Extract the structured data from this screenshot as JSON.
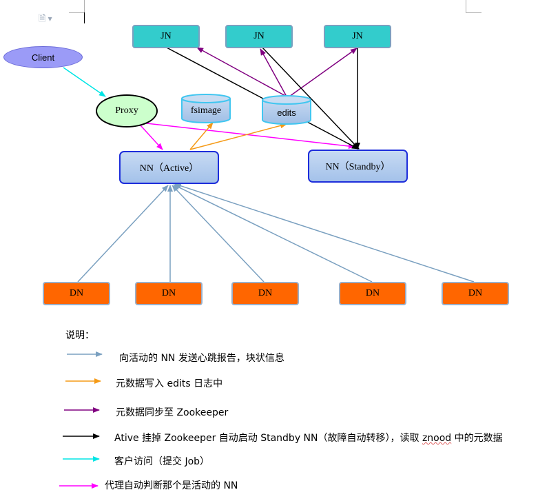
{
  "nodes": {
    "client": "Client",
    "proxy": "Proxy",
    "fsimage": "fsimage",
    "edits": "edits",
    "nn_active": "NN（Active）",
    "nn_standby": "NN（Standby）",
    "jn": [
      "JN",
      "JN",
      "JN"
    ],
    "dn": [
      "DN",
      "DN",
      "DN",
      "DN",
      "DN"
    ]
  },
  "legend": {
    "title": "说明：",
    "items": [
      {
        "color": "#7aa0c0",
        "text": "向活动的 NN 发送心跳报告，块状信息"
      },
      {
        "color": "#f59a16",
        "text": "元数据写入 edits 日志中"
      },
      {
        "color": "#800080",
        "text": "元数据同步至 Zookeeper"
      },
      {
        "color": "#000000",
        "text_a": "Ative 挂掉 Zookeeper 自动启动 Standby NN（故障自动转移），读取 ",
        "text_b": "znood",
        "text_c": " 中的元数据"
      },
      {
        "color": "#00ffff",
        "text": "客户访问（提交 Job）"
      },
      {
        "color": "#ff00ff",
        "text": "代理自动判断那个是活动的 NN"
      }
    ]
  },
  "colors": {
    "heartbeat": "#7aa0c0",
    "write": "#f59a16",
    "sync": "#800080",
    "failover": "#000000",
    "client": "#00ffff",
    "proxy": "#ff00ff"
  }
}
